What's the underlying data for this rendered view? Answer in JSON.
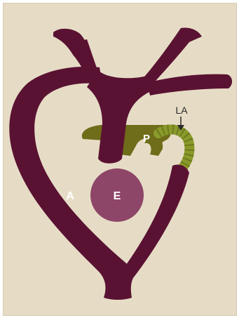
{
  "labels": {
    "aorta": "A",
    "esophagus": "E",
    "pulmonary": "P",
    "ligamentum": "LA"
  },
  "colors": {
    "background": "#e6dcc6",
    "vessel": "#5a1232",
    "circle": "#8e4668",
    "pulmonary": "#6f6c1a",
    "ligament": "#8a9a2a"
  }
}
